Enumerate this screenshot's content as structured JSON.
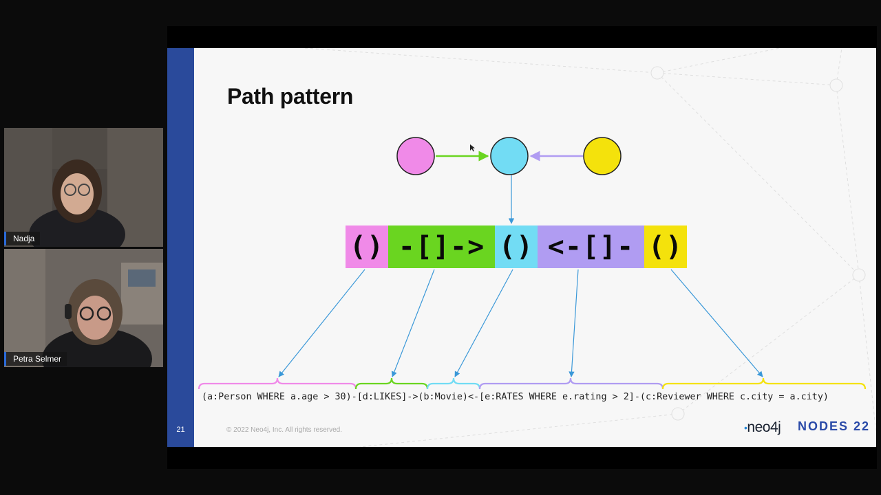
{
  "participants": [
    {
      "name": "Nadja"
    },
    {
      "name": "Petra Selmer"
    }
  ],
  "slide": {
    "title": "Path pattern",
    "number": "21",
    "footer": "© 2022 Neo4j, Inc. All rights reserved.",
    "logo_neo4j": "neo4j",
    "logo_nodes": "NODES 22",
    "pattern_segments": [
      {
        "text": "()",
        "color": "#f08ae8"
      },
      {
        "text": "-[]->",
        "color": "#6ad520"
      },
      {
        "text": "()",
        "color": "#72dcf4"
      },
      {
        "text": "<-[]-",
        "color": "#b09cf2"
      },
      {
        "text": "()",
        "color": "#f4e20c"
      }
    ],
    "query": "(a:Person WHERE a.age > 30)-[d:LIKES]->(b:Movie)<-[e:RATES WHERE e.rating > 2]-(c:Reviewer WHERE c.city = a.city)",
    "node_colors": [
      "#f08ae8",
      "#72dcf4",
      "#f4e20c"
    ],
    "edge_colors": [
      "#6ad520",
      "#b09cf2"
    ],
    "arrow_color": "#3a98d8"
  }
}
